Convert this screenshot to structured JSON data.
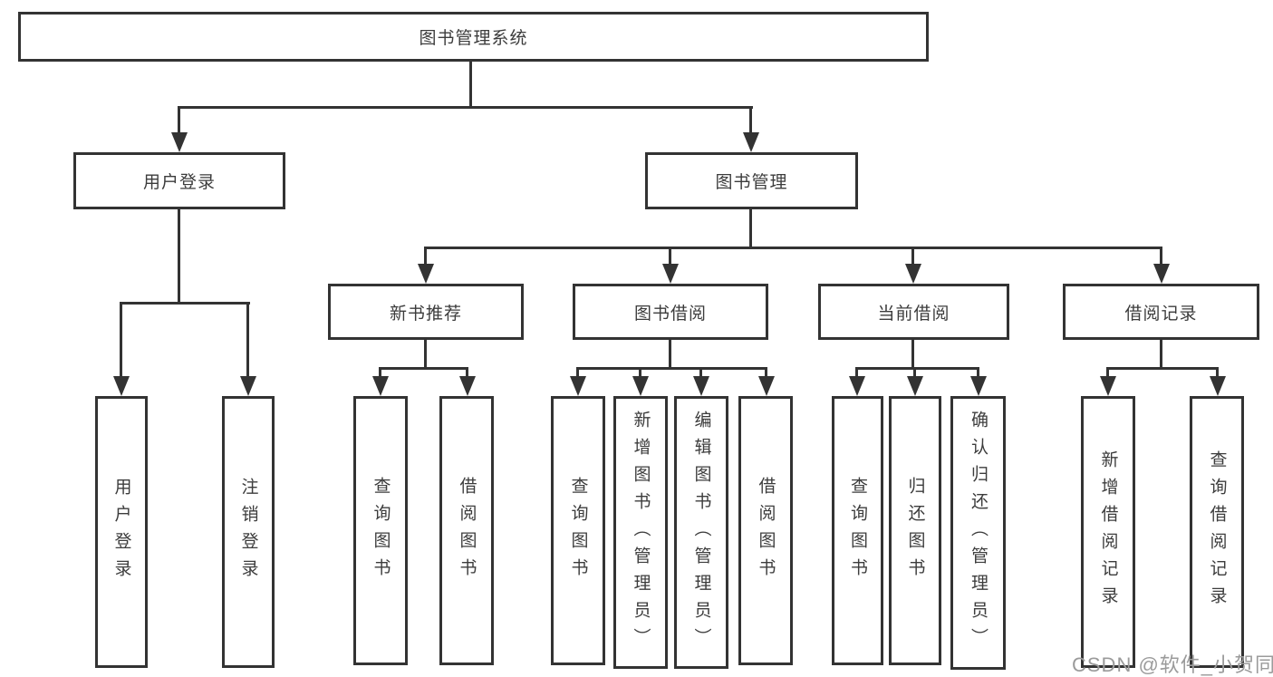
{
  "colors": {
    "line": "#333333",
    "text": "#3c3c3c",
    "box_background": "#ffffff",
    "watermark_text": "#9b9b9b"
  },
  "watermark": {
    "text": "CSDN @软件_小贺同学"
  },
  "nodes": {
    "root": {
      "label": "图书管理系统"
    },
    "user_login": {
      "label": "用户登录",
      "children": [
        {
          "label": "用户登录"
        },
        {
          "label": "注销登录"
        }
      ]
    },
    "book_management": {
      "label": "图书管理"
    },
    "new_book_recommend": {
      "label": "新书推荐",
      "children": [
        {
          "label": "查询图书"
        },
        {
          "label": "借阅图书"
        }
      ]
    },
    "book_borrow": {
      "label": "图书借阅",
      "children": [
        {
          "label": "查询图书"
        },
        {
          "label": "新增图书（管理员）"
        },
        {
          "label": "编辑图书（管理员）"
        },
        {
          "label": "借阅图书"
        }
      ]
    },
    "current_borrow": {
      "label": "当前借阅",
      "children": [
        {
          "label": "查询图书"
        },
        {
          "label": "归还图书"
        },
        {
          "label": "确认归还（管理员）"
        }
      ]
    },
    "borrow_records": {
      "label": "借阅记录",
      "children": [
        {
          "label": "新增借阅记录"
        },
        {
          "label": "查询借阅记录"
        }
      ]
    }
  }
}
